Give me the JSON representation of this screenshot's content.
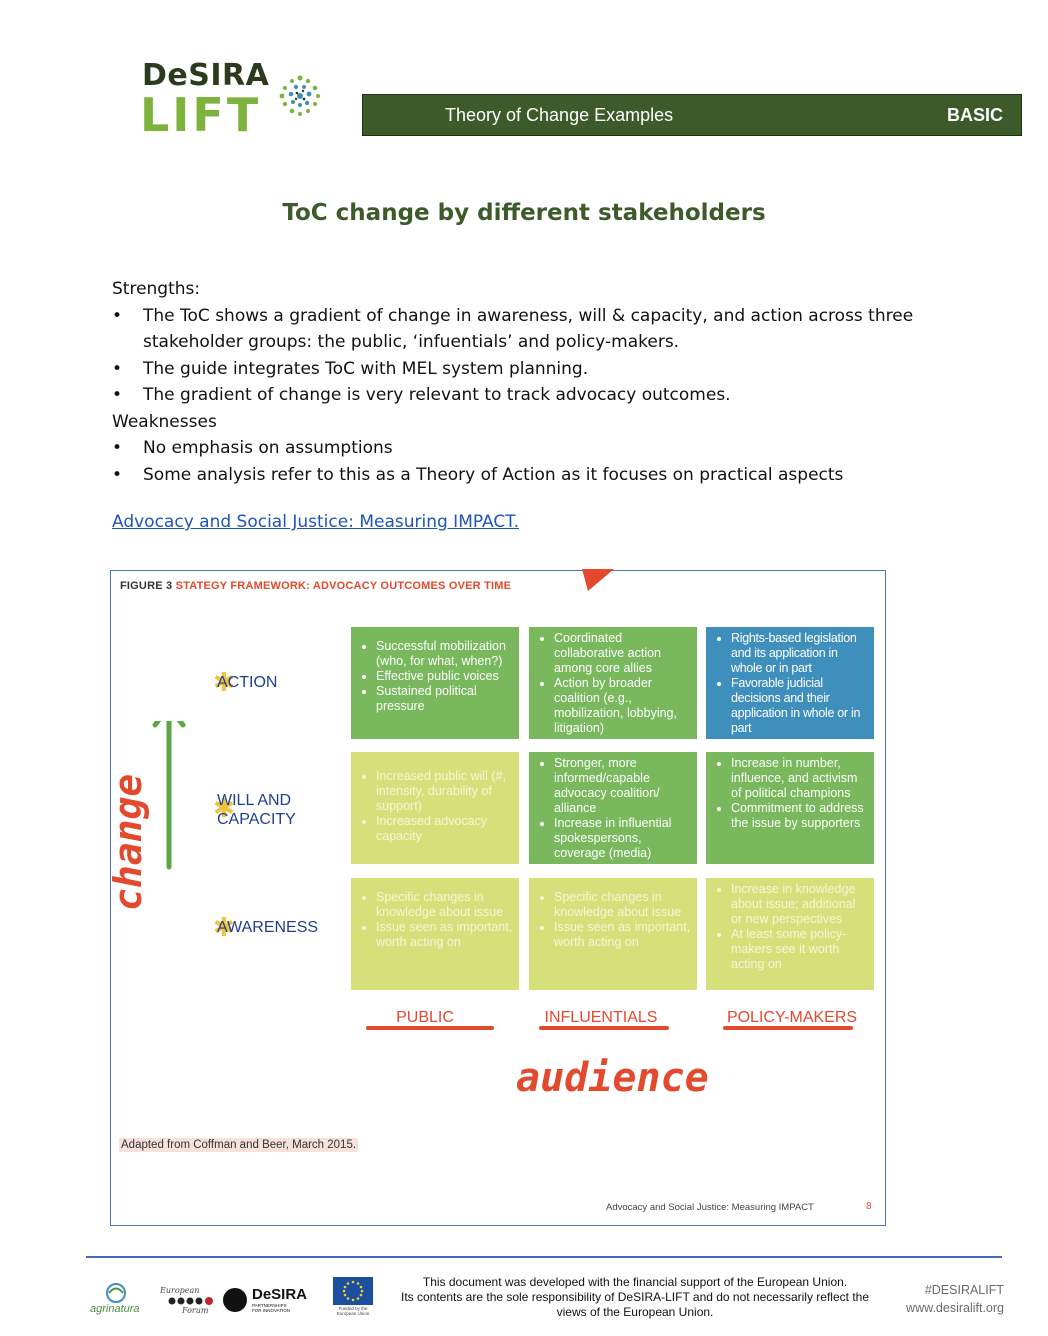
{
  "header": {
    "logo_line1": "DeSIRA",
    "logo_line2": "LIFT",
    "title": "Theory of Change Examples",
    "level": "BASIC"
  },
  "page_title": "ToC change by different stakeholders",
  "strengths": {
    "heading": "Strengths:",
    "items": [
      "The ToC shows a gradient of change in awareness, will & capacity, and action across three stakeholder groups: the public, ‘infuentials’ and policy-makers.",
      "The guide integrates ToC with MEL system planning.",
      "The gradient of change is very relevant to track advocacy outcomes."
    ]
  },
  "weaknesses": {
    "heading": "Weaknesses",
    "items": [
      "No emphasis on assumptions",
      "Some analysis refer to this as a Theory of Action as it focuses on practical aspects"
    ]
  },
  "link_text": "Advocacy and Social Justice: Measuring IMPACT.",
  "figure": {
    "caption_prefix": "FIGURE 3",
    "caption_title": "STATEGY FRAMEWORK: ADVOCACY OUTCOMES OVER TIME",
    "y_axis_word": "change",
    "x_axis_word": "audience",
    "rows": [
      "ACTION",
      "WILL AND CAPACITY",
      "AWARENESS"
    ],
    "columns": [
      "PUBLIC",
      "INFLUENTIALS",
      "POLICY-MAKERS"
    ],
    "cells": {
      "action_public": [
        "Successful mobilization (who, for what, when?)",
        "Effective public voices",
        "Sustained political pressure"
      ],
      "action_influentials": [
        "Coordinated collaborative action among core allies",
        "Action by broader coalition (e.g., mobilization, lobbying, litigation)"
      ],
      "action_policy": [
        "Rights-based legislation and its application in whole or in part",
        "Favorable judicial decisions and their application in whole or in part"
      ],
      "will_public": [
        "Increased public will (#, intensity, durability of support)",
        "Increased advocacy capacity"
      ],
      "will_influentials": [
        "Stronger, more informed/capable advocacy coalition/ alliance",
        "Increase in influential spokespersons, coverage (media)"
      ],
      "will_policy": [
        "Increase in number, influence, and activism of political champions",
        "Commitment to address the issue by supporters"
      ],
      "aware_public": [
        "Specific changes in knowledge about issue",
        "Issue seen as important, worth acting on"
      ],
      "aware_influentials": [
        "Specific changes in knowledge about issue",
        "Issue seen as important, worth acting on"
      ],
      "aware_policy": [
        "Increase in knowledge about issue; additional or new perspectives",
        "At least some policy-makers see it worth acting on"
      ]
    },
    "source": "Adapted from Coffman and Beer, March 2015.",
    "footer_title": "Advocacy and Social Justice: Measuring IMPACT",
    "footer_page": "8",
    "colors": {
      "green": "#79b85c",
      "lime": "#d5e07a",
      "blue": "#3f8fbd",
      "accent": "#e2492d"
    }
  },
  "footer": {
    "disclaimer_1": "This document was developed with the financial support of the European Union.",
    "disclaimer_2": "Its contents are the sole responsibility of DeSIRA-LIFT and do not necessarily reflect the",
    "disclaimer_3": "views of the European Union.",
    "hashtag": "#DESIRALIFT",
    "website": "www.desiralift.org",
    "logo_agrinatura": "agrinatura",
    "logo_forum_1": "European",
    "logo_forum_2": "Forum",
    "logo_desira": "DeSIRA",
    "logo_desira_sub_1": "PARTNERSHIPS",
    "logo_desira_sub_2": "FOR INNOVATION",
    "eu_funded_1": "Funded by the",
    "eu_funded_2": "European Union"
  }
}
